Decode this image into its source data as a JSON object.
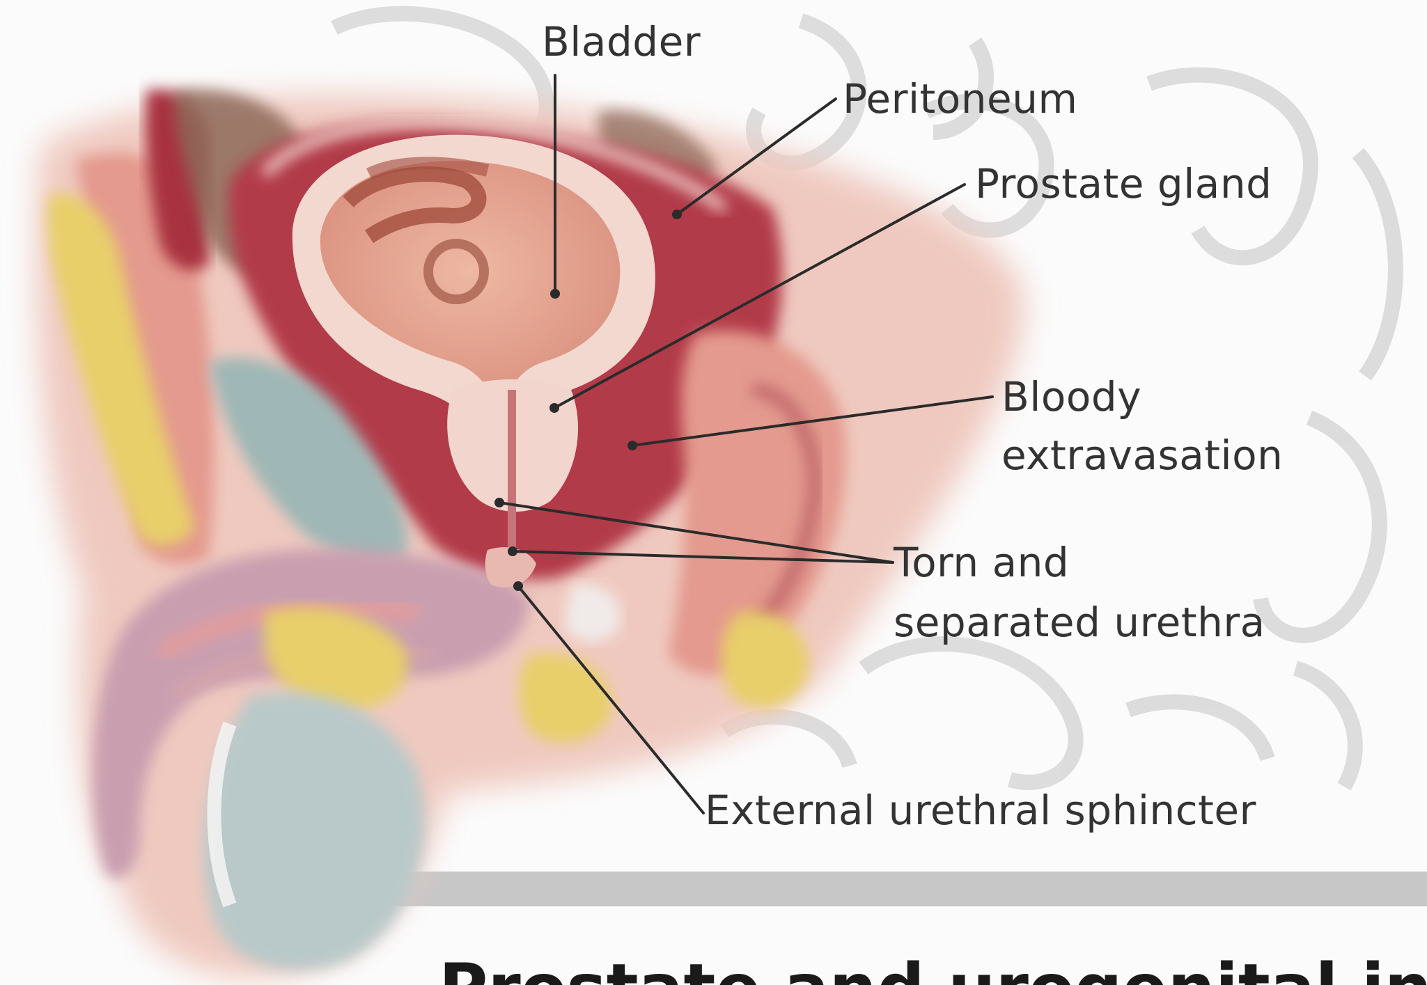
{
  "labels": {
    "bladder": "Bladder",
    "peritoneum": "Peritoneum",
    "prostate": "Prostate gland",
    "bloody_1": "Bloody",
    "bloody_2": "extravasation",
    "torn_1": "Torn and",
    "torn_2": "separated urethra",
    "sphincter": "External urethral sphincter"
  },
  "caption": "Prostate and urogenital injury",
  "colors": {
    "label_text": "#333333",
    "leader_line": "#2b2b2b",
    "hematoma": "#b23a48",
    "bladder_fill": "#e7a793",
    "bladder_wall": "#f3d8cf",
    "fat": "#e8cf6a",
    "testis": "#b9c9c9",
    "penile_shaft": "#c99fb0",
    "watermark": "#d8d8d8"
  }
}
